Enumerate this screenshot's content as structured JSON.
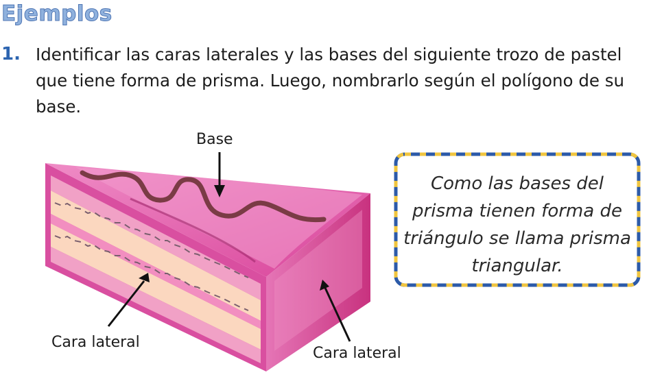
{
  "heading": "Ejemplos",
  "exercise": {
    "number": "1.",
    "text": "Identificar las caras laterales y las bases del siguiente trozo de pastel que tiene forma de prisma. Luego, nombrarlo según el polígono de su base."
  },
  "labels": {
    "base": "Base",
    "lateral_left": "Cara lateral",
    "lateral_right": "Cara lateral"
  },
  "note": {
    "text": "Como las bases del prisma tienen forma de triángulo se llama prisma triangular."
  },
  "colors": {
    "heading": "#8fb1dd",
    "number": "#2c64b0",
    "note_border_blue": "#2c5aa8",
    "note_border_yellow": "#f0c540",
    "cake_top": "#e676b8",
    "cake_side": "#d84fa0",
    "cream": "#fbd3ba"
  }
}
